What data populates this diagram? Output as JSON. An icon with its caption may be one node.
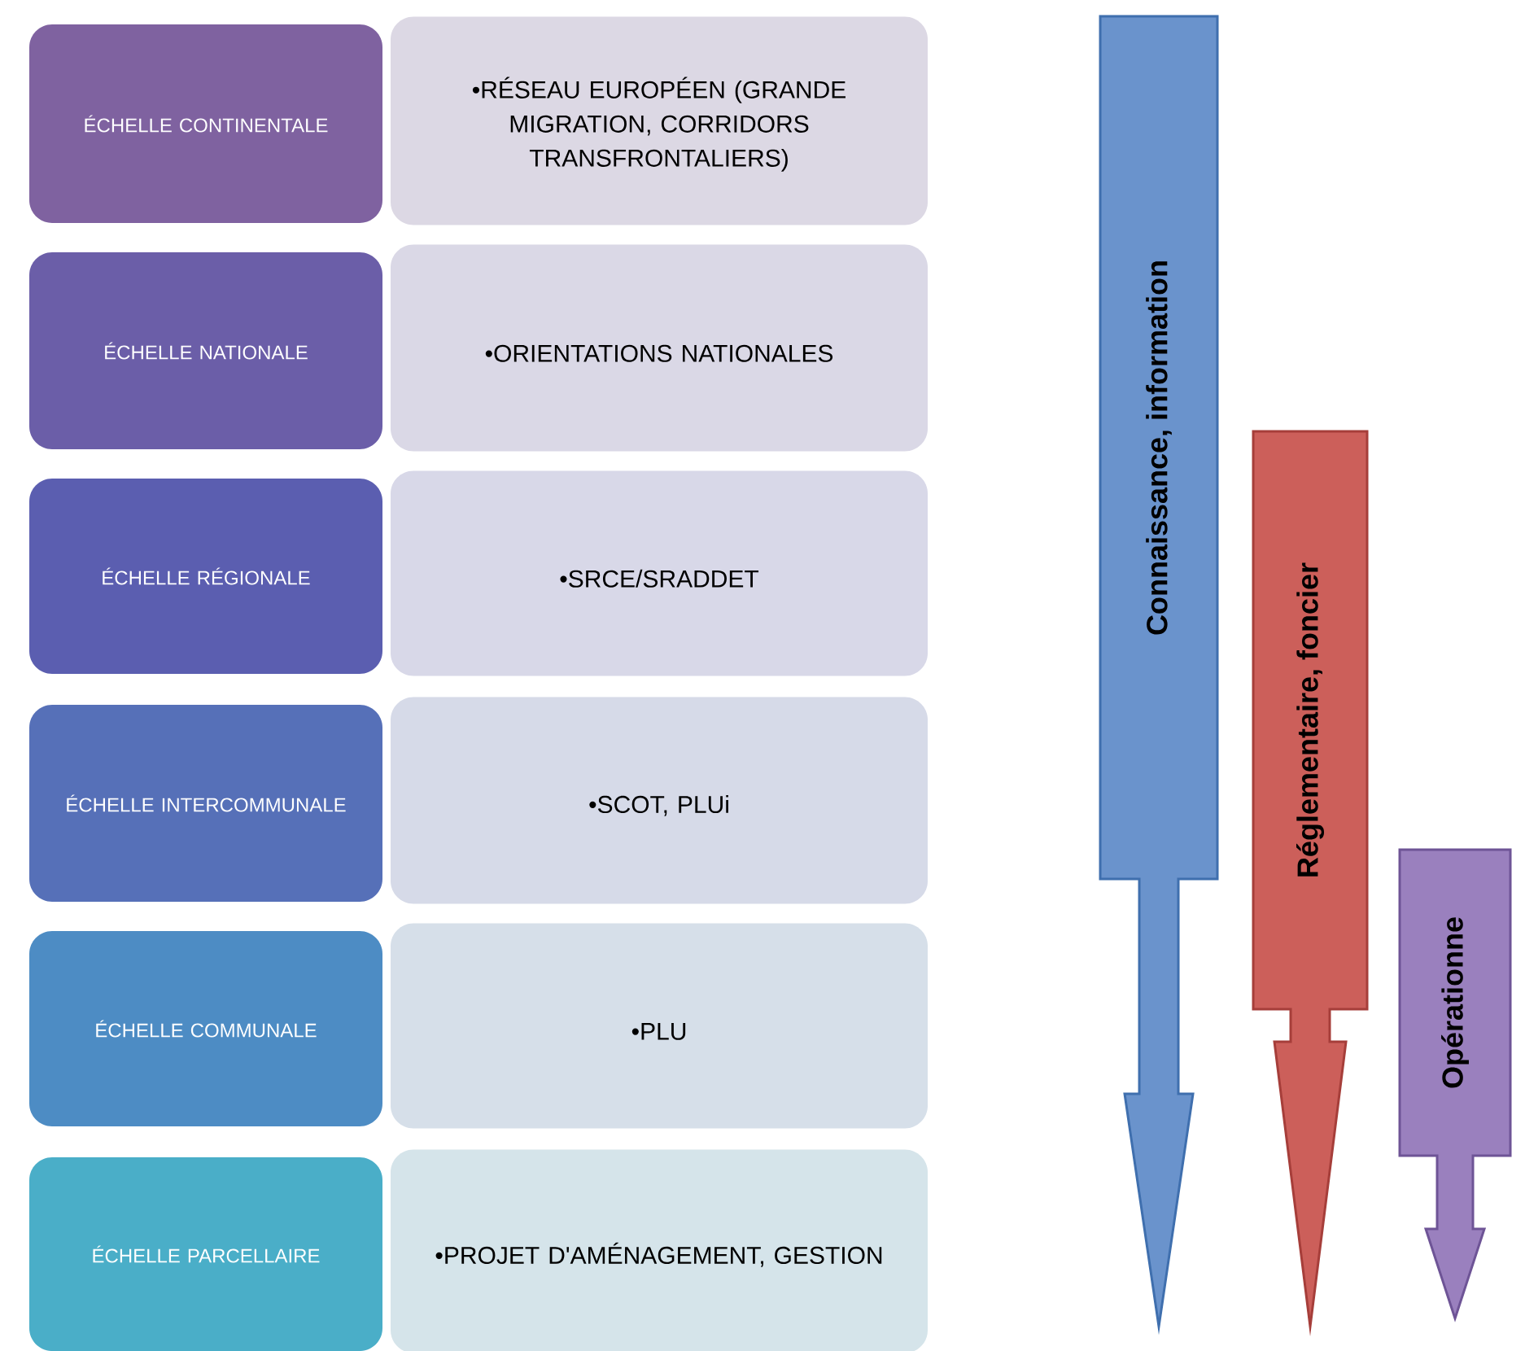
{
  "diagram": {
    "nodes": [
      {
        "text": [
          "ÉCHELLE CONTINENTALE"
        ]
      },
      {
        "text": [
          "•RÉSEAU EUROPÉEN (GRANDE MIGRATION, CORRIDORS TRANSFRONTALIERS)"
        ]
      },
      {
        "text": [
          "ÉCHELLE NATIONALE"
        ]
      },
      {
        "text": [
          "•ORIENTATIONS NATIONALES"
        ]
      },
      {
        "text": [
          "ÉCHELLE RÉGIONALE"
        ]
      },
      {
        "text": [
          "•SRCE/SRADDET"
        ]
      },
      {
        "text": [
          "ÉCHELLE INTERCOMMUNALE"
        ]
      },
      {
        "text": [
          "•SCOT, PLUi"
        ]
      },
      {
        "text": [
          "ÉCHELLE COMMUNALE"
        ]
      },
      {
        "text": [
          "•PLU"
        ]
      },
      {
        "text": [
          "ÉCHELLE PARCELLAIRE"
        ]
      },
      {
        "text": [
          "•PROJET D'AMÉNAGEMENT, GESTION"
        ]
      },
      {
        "text": [
          "Connaissance, information"
        ]
      },
      {
        "text": [
          "Réglementaire, foncier"
        ]
      },
      {
        "text": [
          "Opérationne"
        ]
      }
    ]
  }
}
